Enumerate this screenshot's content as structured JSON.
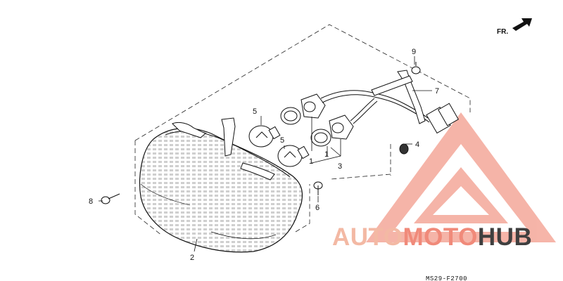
{
  "direction_label": "FR.",
  "callouts": {
    "c1a": "1",
    "c1b": "1",
    "c2": "2",
    "c3": "3",
    "c4": "4",
    "c5a": "5",
    "c5b": "5",
    "c6": "6",
    "c7": "7",
    "c8": "8",
    "c9": "9"
  },
  "diagram_code": "MS29-F2700",
  "watermark": {
    "part1": "AUTO",
    "part2": "MOTO",
    "part3": "HUB",
    "color1": "#f3b9a4",
    "color2": "#f08a7a",
    "color3": "#3f3f3f"
  }
}
